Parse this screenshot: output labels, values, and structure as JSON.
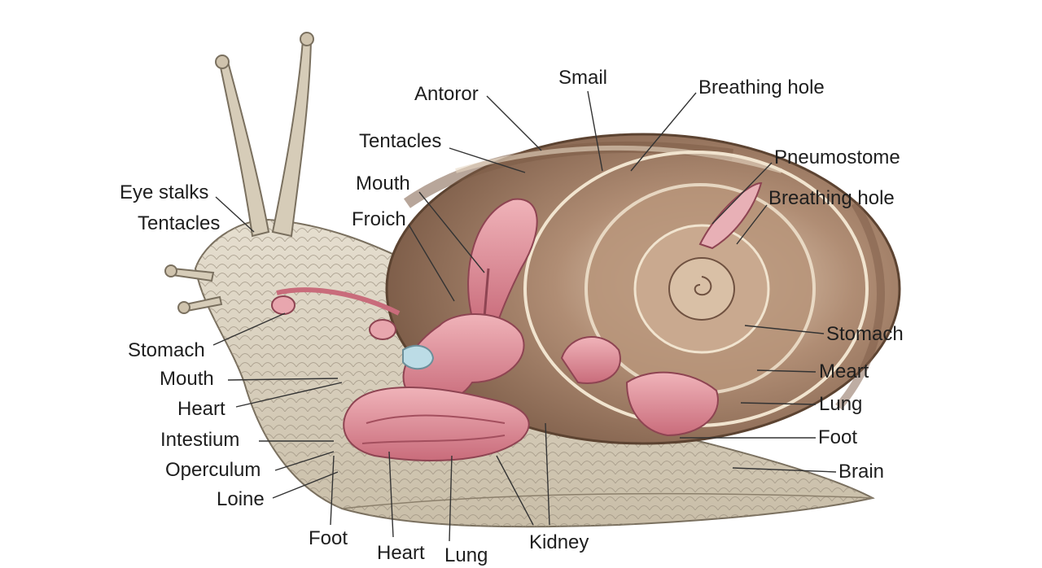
{
  "diagram": {
    "colors": {
      "shell": "#a4826a",
      "shell_band": "#7d5c47",
      "body": "#d8cfbd",
      "organ": "#e29aa4",
      "organ_dark": "#b95e6c",
      "leader": "#333333"
    },
    "labels": {
      "antoror": "Antoror",
      "smail": "Smail",
      "breathing_hole_top": "Breathing hole",
      "tentacles_top": "Tentacles",
      "pneumostome": "Pneumostome",
      "mouth_top": "Mouth",
      "breathing_hole_right": "Breathing hole",
      "froich": "Froich",
      "eye_stalks": "Eye stalks",
      "tentacles_left": "Tentacles",
      "stomach_left": "Stomach",
      "stomach_right": "Stomach",
      "mouth_left": "Mouth",
      "meart": "Meart",
      "heart_left": "Heart",
      "lung_right": "Lung",
      "intestium": "Intestium",
      "foot_right": "Foot",
      "operculum": "Operculum",
      "brain": "Brain",
      "loine": "Loine",
      "foot_bottom": "Foot",
      "heart_bottom": "Heart",
      "lung_bottom": "Lung",
      "kidney": "Kidney"
    }
  }
}
